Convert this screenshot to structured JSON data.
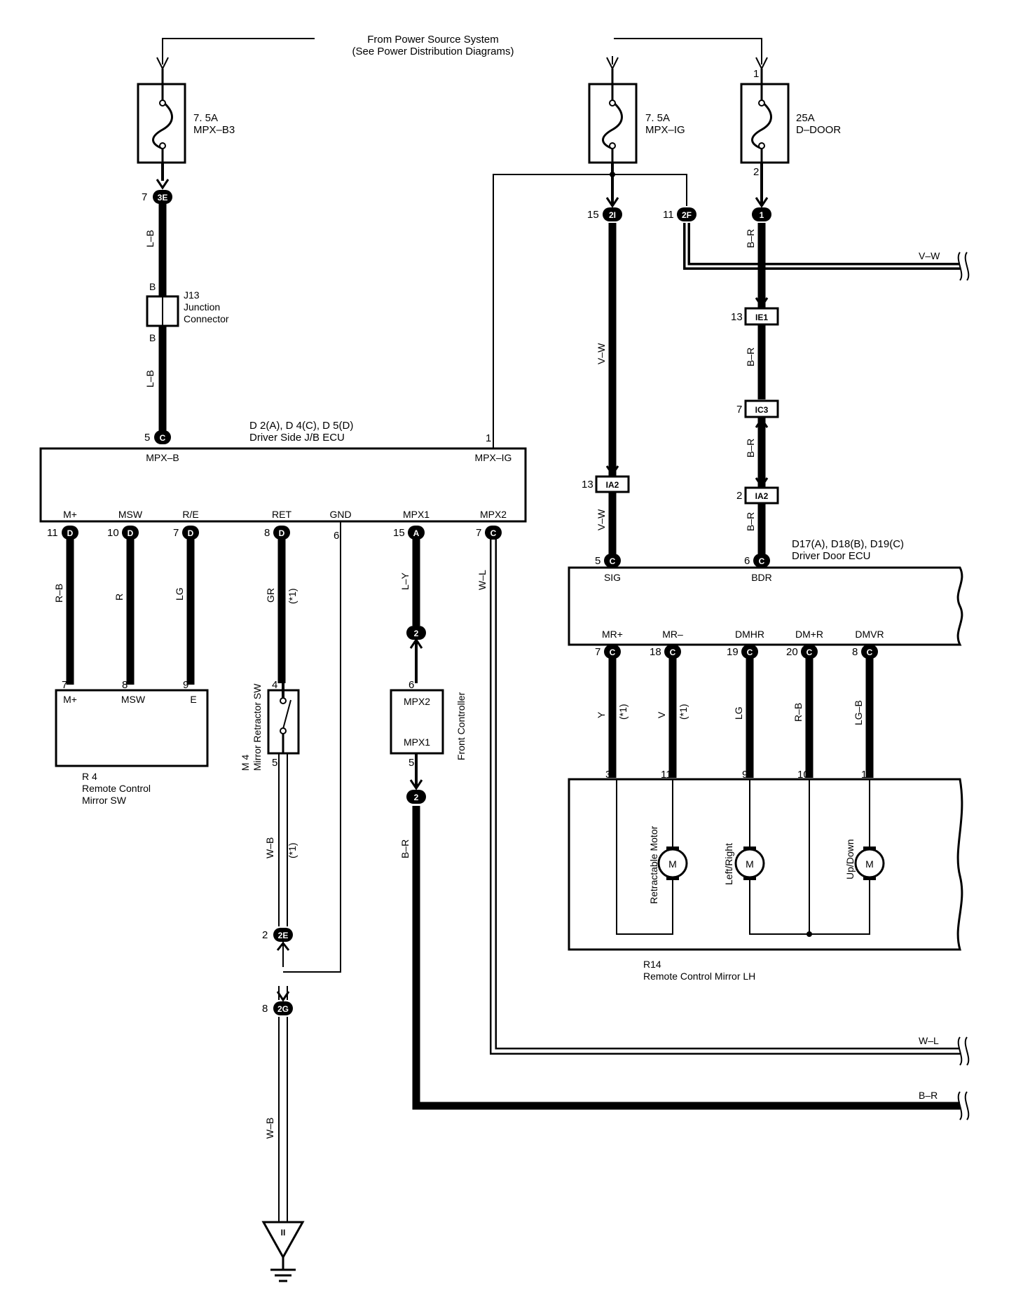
{
  "header": {
    "line1": "From Power Source System",
    "line2": "(See Power Distribution Diagrams)"
  },
  "fuses": {
    "b3": {
      "amp": "7. 5A",
      "name": "MPX–B3"
    },
    "ig": {
      "amp": "7. 5A",
      "name": "MPX–IG"
    },
    "door": {
      "amp": "25A",
      "name": "D–DOOR",
      "pin_top": "1",
      "pin_bottom": "2"
    }
  },
  "junction": {
    "id": "J13",
    "line1": "Junction",
    "line2": "Connector",
    "pin": "B"
  },
  "jb_ecu": {
    "line1": "D 2(A), D 4(C), D 5(D)",
    "line2": "Driver Side J/B ECU",
    "top_left": "MPX–B",
    "top_right": "MPX–IG",
    "top_right_pin": "1",
    "terms": [
      "M+",
      "MSW",
      "R/E",
      "RET",
      "GND",
      "MPX1",
      "MPX2"
    ]
  },
  "door_ecu": {
    "line1": "D17(A), D18(B), D19(C)",
    "line2": "Driver Door ECU",
    "top_terms": [
      "SIG",
      "BDR"
    ],
    "bottom_terms": [
      "MR+",
      "MR–",
      "DMHR",
      "DM+R",
      "DMVR"
    ]
  },
  "mirror_sw": {
    "line1": "R 4",
    "line2": "Remote Control",
    "line3": "Mirror SW",
    "terms": [
      "M+",
      "MSW",
      "E"
    ]
  },
  "retractor": {
    "line1": "M 4",
    "line2": "Mirror Retractor SW"
  },
  "front_ctrl": {
    "label": "Front Controller",
    "t1": "MPX2",
    "t2": "MPX1"
  },
  "mirror_lh": {
    "line1": "R14",
    "line2": "Remote Control Mirror LH",
    "motors": [
      "Retractable Motor",
      "Left/Right",
      "Up/Down"
    ],
    "motor_symbol": "M"
  },
  "connectors": {
    "c3e": "3E",
    "c2i": "2I",
    "c2f": "2F",
    "c1": "1",
    "ie1": "IE1",
    "ic3": "IC3",
    "ia2a": "IA2",
    "ia2b": "IA2",
    "c2e": "2E",
    "c2g": "2G",
    "c2a": "2",
    "c2b": "2",
    "c": "C",
    "d": "D",
    "a": "A"
  },
  "pins": {
    "p7_3e": "7",
    "p15_2i": "15",
    "p11_2f": "11",
    "p13_ie1": "13",
    "p7_ic3": "7",
    "p2_ia2": "2",
    "p13_ia2": "13",
    "p5_sig": "5",
    "p6_bdr": "6",
    "p5_jb": "5",
    "p11": "11",
    "p10": "10",
    "p7_re": "7",
    "p8_ret": "8",
    "p6_gnd": "6",
    "p15_mpx1": "15",
    "p7_mpx2": "7",
    "p7_sw": "7",
    "p8_sw": "8",
    "p9_sw": "9",
    "p4_ret": "4",
    "p5_ret": "5",
    "p2_2e": "2",
    "p8_2g": "8",
    "p6_fc": "6",
    "p5_fc": "5",
    "p7_mr": "7",
    "p18_mr": "18",
    "p19_mr": "19",
    "p20_mr": "20",
    "p8_mr": "8",
    "m3": "3",
    "m11": "11",
    "m9": "9",
    "m10": "10",
    "m1": "1"
  },
  "wires": {
    "lb1": "L–B",
    "lb2": "L–B",
    "vw_out": "V–W",
    "vw_v": "V–W",
    "vw_v2": "V–W",
    "br1": "B–R",
    "br2": "B–R",
    "br3": "B–R",
    "br4": "B–R",
    "rb": "R–B",
    "r": "R",
    "lg": "LG",
    "gr": "GR",
    "star1": "(*1)",
    "ly": "L–Y",
    "wl": "W–L",
    "wb": "W–B",
    "star2": "(*1)",
    "br_fc": "B–R",
    "wb_gnd": "W–B",
    "y": "Y",
    "star3": "(*1)",
    "v": "V",
    "star4": "(*1)",
    "lg2": "LG",
    "rb2": "R–B",
    "lgb": "LG–B",
    "wl_out": "W–L",
    "br_out": "B–R"
  },
  "ground": {
    "symbol": "II"
  }
}
